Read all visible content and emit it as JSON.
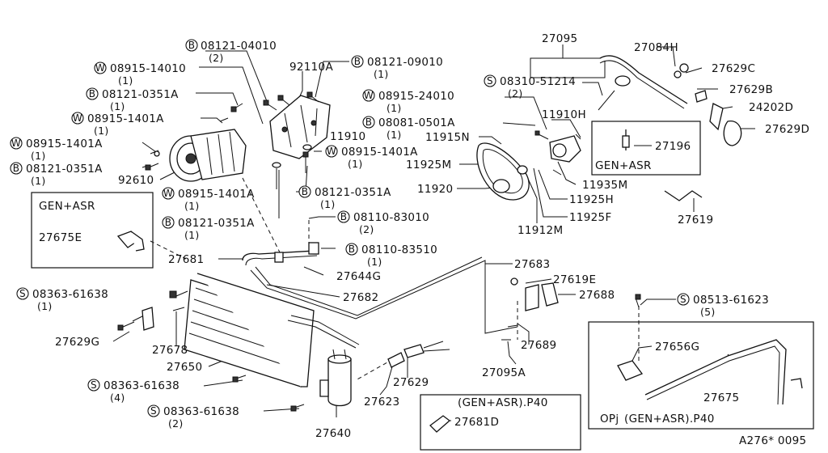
{
  "labels": {
    "b_08121_04010": "08121-04010",
    "q_08121_04010": "(2)",
    "p_92110A": "92110A",
    "b_08121_09010": "08121-09010",
    "q_08121_09010": "(1)",
    "w_08915_14010": "08915-14010",
    "q_08915_14010": "(1)",
    "b_08121_0351A_1": "08121-0351A",
    "q_08121_0351A_1": "(1)",
    "w_08915_1401A_1": "08915-1401A",
    "q_08915_1401A_1": "(1)",
    "w_08915_1401A_2": "08915-1401A",
    "q_08915_1401A_2": "(1)",
    "b_08121_0351A_2": "08121-0351A",
    "q_08121_0351A_2": "(1)",
    "p_92610": "92610",
    "p_11910": "11910",
    "w_08915_1401A_3": "08915-1401A",
    "q_08915_1401A_3": "(1)",
    "w_08915_1401A_4": "08915-1401A",
    "q_08915_1401A_4": "(1)",
    "b_08121_0351A_3": "08121-0351A",
    "q_08121_0351A_3": "(1)",
    "b_08121_0351A_4": "08121-0351A",
    "q_08121_0351A_4": "(1)",
    "b_08110_83010": "08110-83010",
    "q_08110_83010": "(2)",
    "b_08110_83510": "08110-83510",
    "q_08110_83510": "(1)",
    "p_27644G": "27644G",
    "p_27681": "27681",
    "p_27682": "27682",
    "p_27095": "27095",
    "p_27084H": "27084H",
    "p_27629C": "27629C",
    "p_27629B": "27629B",
    "p_24202D": "24202D",
    "p_27629D": "27629D",
    "s_08310_51214": "08310-51214",
    "q_08310_51214": "(2)",
    "w_08915_24010": "08915-24010",
    "q_08915_24010": "(1)",
    "b_08081_0501A": "08081-0501A",
    "q_08081_0501A": "(1)",
    "p_11910H": "11910H",
    "p_11915N": "11915N",
    "p_11925M": "11925M",
    "p_11920": "11920",
    "p_11935M": "11935M",
    "p_11925H": "11925H",
    "p_11925F": "11925F",
    "p_11912M": "11912M",
    "p_27196": "27196",
    "gen_asr_box1": "GEN+ASR",
    "p_27619": "27619",
    "gen_asr_box2": "GEN+ASR",
    "p_27675E": "27675E",
    "s_08363_61638_1": "08363-61638",
    "q_08363_61638_1": "(1)",
    "p_27629G": "27629G",
    "p_27678": "27678",
    "p_27650": "27650",
    "s_08363_61638_2": "08363-61638",
    "q_08363_61638_2": "(4)",
    "s_08363_61638_3": "08363-61638",
    "q_08363_61638_3": "(2)",
    "p_27640": "27640",
    "p_27623": "27623",
    "p_27629": "27629",
    "p_27683": "27683",
    "p_27619E": "27619E",
    "p_27688": "27688",
    "p_27689": "27689",
    "p_27095A": "27095A",
    "s_08513_61623": "08513-61623",
    "q_08513_61623": "(5)",
    "p_27656G": "27656G",
    "p_27675": "27675",
    "box_bottom_right_note": "(GEN+ASR).P40",
    "box_bottom_right_prefix": "OPj",
    "box_bottom_mid_note": "(GEN+ASR).P40",
    "p_27681D": "27681D",
    "diagram_ref": "A276* 0095"
  },
  "badges": {
    "bolt": "B",
    "washer": "W",
    "screw": "S"
  }
}
